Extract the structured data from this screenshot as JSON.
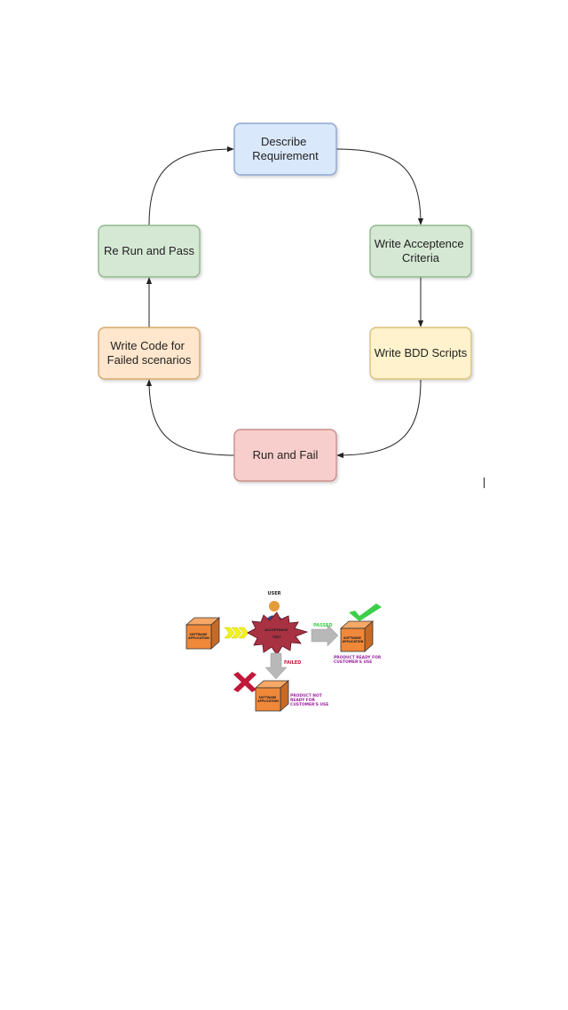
{
  "cycle_diagram": {
    "nodes": [
      {
        "id": "describe",
        "lines": [
          "Describe",
          "Requirement"
        ],
        "fill": "#dae8fc",
        "stroke": "#8ba6cf"
      },
      {
        "id": "acceptance",
        "lines": [
          "Write Acceptence",
          "Criteria"
        ],
        "fill": "#d5e8d4",
        "stroke": "#8fb98c"
      },
      {
        "id": "bdd",
        "lines": [
          "Write BDD Scripts"
        ],
        "fill": "#fff2cc",
        "stroke": "#d9c27a"
      },
      {
        "id": "runfail",
        "lines": [
          "Run and Fail"
        ],
        "fill": "#f8cecc",
        "stroke": "#c98d8a"
      },
      {
        "id": "writecode",
        "lines": [
          "Write Code for",
          "Failed scenarios"
        ],
        "fill": "#ffe6cc",
        "stroke": "#d9a86c"
      },
      {
        "id": "rerun",
        "lines": [
          "Re Run and Pass"
        ],
        "fill": "#d5e8d4",
        "stroke": "#8fb98c"
      }
    ],
    "edges": [
      [
        "describe",
        "acceptance"
      ],
      [
        "acceptance",
        "bdd"
      ],
      [
        "bdd",
        "runfail"
      ],
      [
        "runfail",
        "writecode"
      ],
      [
        "writecode",
        "rerun"
      ],
      [
        "rerun",
        "describe"
      ]
    ]
  },
  "acceptance_illustration": {
    "user_label": "USER",
    "test_label_lines": [
      "ACCEPTANCE",
      "TEST"
    ],
    "input_box_lines": [
      "SOFTWARE",
      "APPLICATION"
    ],
    "passed_box_lines": [
      "SOFTWARE",
      "APPLICATION"
    ],
    "failed_box_lines": [
      "SOFTWARE",
      "APPLICATION"
    ],
    "passed_label": "PASSED",
    "failed_label": "FAILED",
    "ready_lines": [
      "PRODUCT READY FOR",
      "CUSTOMER'S USE"
    ],
    "not_ready_lines": [
      "PRODUCT NOT",
      "READY FOR",
      "CUSTOMER'S USE"
    ],
    "colors": {
      "box": "#f0883a",
      "burst": "#a83242",
      "chevrons": "#f2f21a",
      "passed": "#3ccf4a",
      "failed": "#c0183a",
      "caption": "#9b1fa0",
      "arrow": "#b8b8b8"
    }
  }
}
